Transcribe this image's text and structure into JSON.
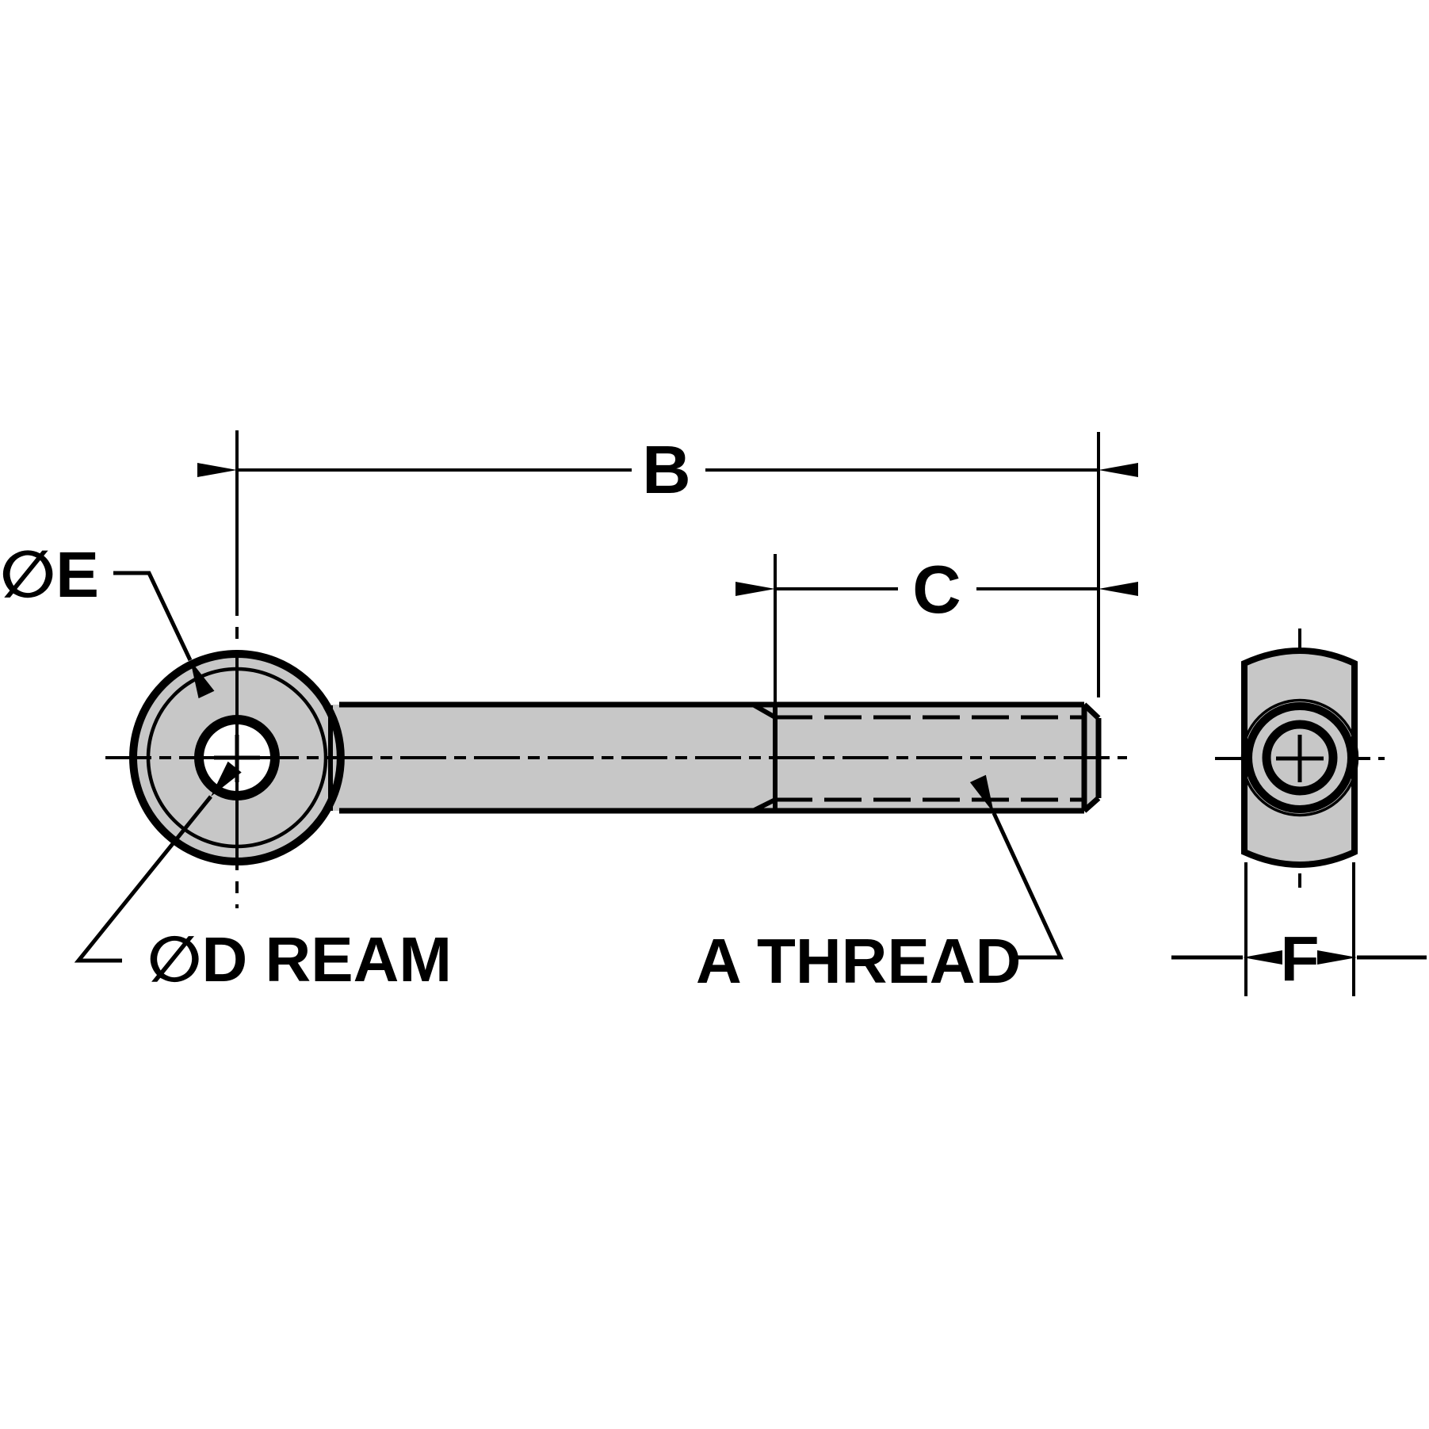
{
  "drawing": {
    "type": "engineering-dimension-diagram",
    "part": "eye bolt with reamed eye and threaded shank, front and side views",
    "labels": {
      "overall_length": "B",
      "thread_length": "C",
      "eye_outer_diameter": "∅E",
      "hole_diameter_note": "∅D REAM",
      "thread_note": "A THREAD",
      "eye_width": "F"
    },
    "colors": {
      "line": "#000000",
      "part_fill": "#c7c7c7",
      "hole_fill": "#ffffff",
      "background": "#ffffff"
    }
  }
}
